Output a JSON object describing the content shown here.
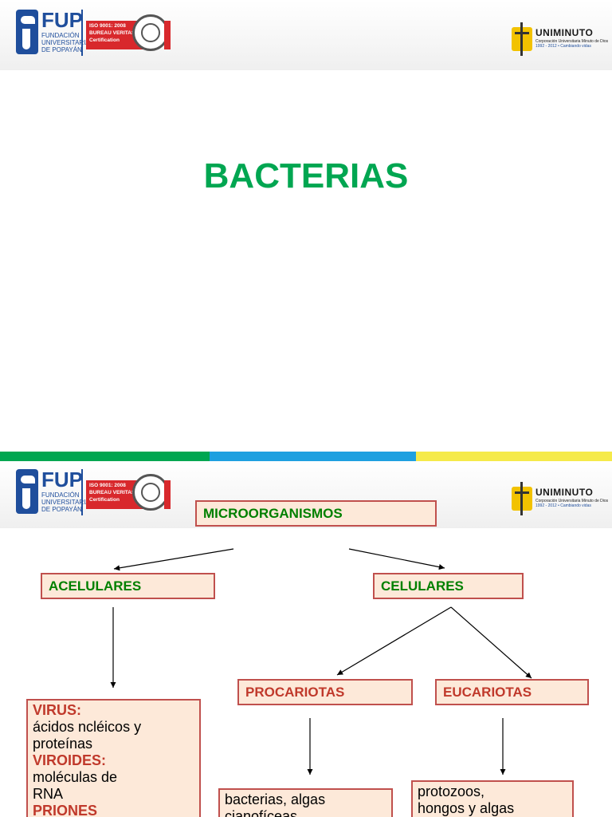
{
  "logos": {
    "fup": {
      "name": "FUP",
      "sub_lines": [
        "FUNDACIÓN",
        "UNIVERSITARIA",
        "DE POPAYÁN"
      ],
      "iso_lines": [
        "ISO 9001: 2008",
        "BUREAU VERITAS",
        "Certification"
      ]
    },
    "uniminuto": {
      "name": "UNIMINUTO",
      "tag_lines": [
        "Corporación Universitaria Minuto de Dios"
      ],
      "years": "1992 - 2012  •  Cambiando vidas"
    }
  },
  "slide1": {
    "title": "BACTERIAS"
  },
  "colors": {
    "title_green": "#00a651",
    "box_fill": "#fde9d9",
    "box_border": "#c0504d",
    "label_red": "#c0392b",
    "label_green": "#008000"
  },
  "slide2": {
    "nodes": {
      "root": "MICROORGANISMOS",
      "acelulares": "ACELULARES",
      "celulares": "CELULARES",
      "procariotas": "PROCARIOTAS",
      "eucariotas": "EUCARIOTAS"
    },
    "acelulares_box": {
      "virus_label": "VIRUS:",
      "virus_text_1": "ácidos ncléicos y",
      "virus_text_2": " proteínas",
      "viroides_label": "VIROIDES:",
      "viroides_text_1": "moléculas de",
      "viroides_text_2": "RNA",
      "priones_label": "PRIONES"
    },
    "procariotas_box": {
      "line1": "bacterias, algas",
      "line2": " cianofíceas"
    },
    "eucariotas_box": {
      "line1": "protozoos,",
      "line2": " hongos y algas"
    }
  }
}
